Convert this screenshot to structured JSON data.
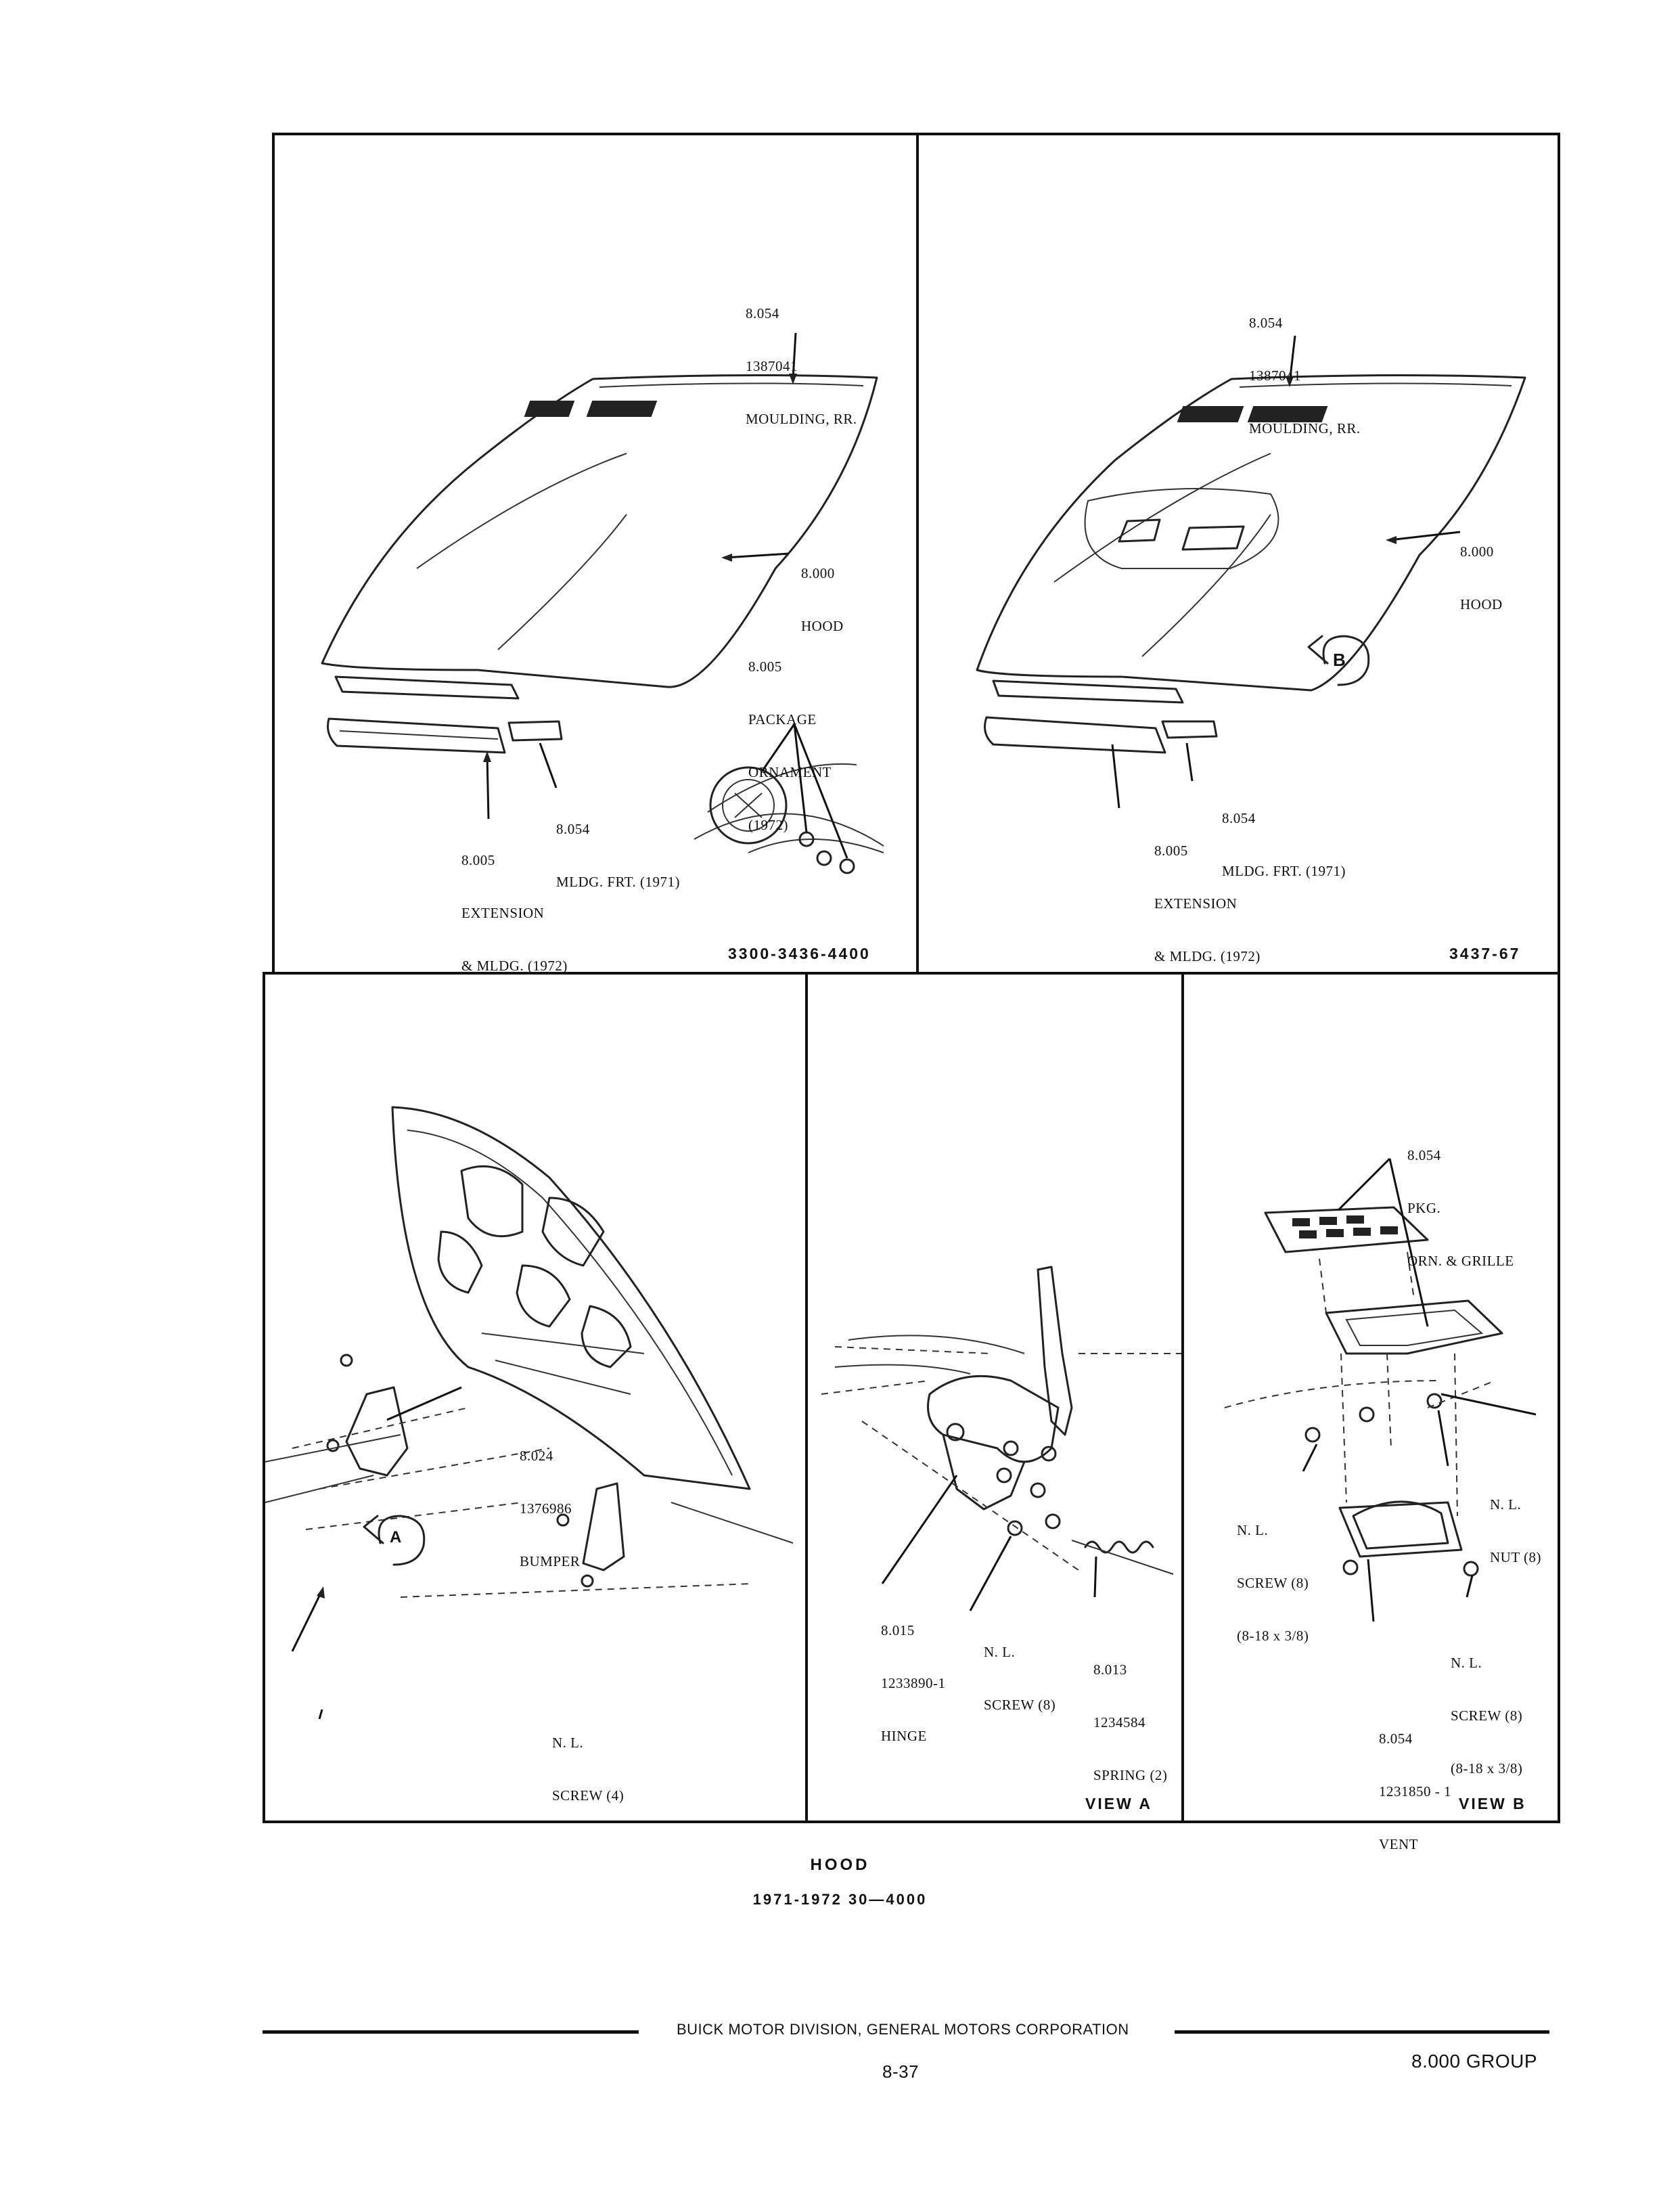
{
  "panels": {
    "p1": {
      "moulding_rr": [
        "8.054",
        "1387041",
        "MOULDING, RR."
      ],
      "hood": [
        "8.000",
        "HOOD"
      ],
      "package_ornament": [
        "8.005",
        "PACKAGE",
        "ORNAMENT",
        "(1972)"
      ],
      "mldg_frt": [
        "8.054",
        "MLDG. FRT. (1971)"
      ],
      "extension": [
        "8.005",
        "EXTENSION",
        "& MLDG. (1972)"
      ],
      "code": "3300-3436-4400"
    },
    "p2": {
      "moulding_rr": [
        "8.054",
        "1387041",
        "MOULDING, RR."
      ],
      "hood": [
        "8.000",
        "HOOD"
      ],
      "mldg_frt": [
        "8.054",
        "MLDG. FRT. (1971)"
      ],
      "extension": [
        "8.005",
        "EXTENSION",
        "& MLDG. (1972)"
      ],
      "view_marker": "B",
      "code": "3437-67"
    },
    "p3": {
      "bumper": [
        "8.024",
        "1376986",
        "BUMPER"
      ],
      "screw": [
        "N. L.",
        "SCREW (4)"
      ],
      "view_marker": "A"
    },
    "p4": {
      "hinge": [
        "8.015",
        "1233890-1",
        "HINGE"
      ],
      "screw": [
        "N. L.",
        "SCREW (8)"
      ],
      "spring": [
        "8.013",
        "1234584",
        "SPRING (2)"
      ],
      "code": "VIEW A"
    },
    "p5": {
      "ornament_grille": [
        "8.054",
        "PKG.",
        "ORN. & GRILLE"
      ],
      "nut": [
        "N. L.",
        "NUT (8)"
      ],
      "screw_left": [
        "N. L.",
        "SCREW (8)",
        "(8-18 x 3/8)"
      ],
      "screw_right": [
        "N. L.",
        "SCREW (8)",
        "(8-18 x 3/8)"
      ],
      "vent": [
        "8.054",
        "1231850 - 1",
        "VENT"
      ],
      "code": "VIEW B"
    }
  },
  "caption": {
    "title": "HOOD",
    "subtitle": "1971-1972 30—4000"
  },
  "footer": {
    "company": "BUICK MOTOR DIVISION, GENERAL MOTORS CORPORATION",
    "page": "8-37",
    "group": "8.000 GROUP"
  }
}
